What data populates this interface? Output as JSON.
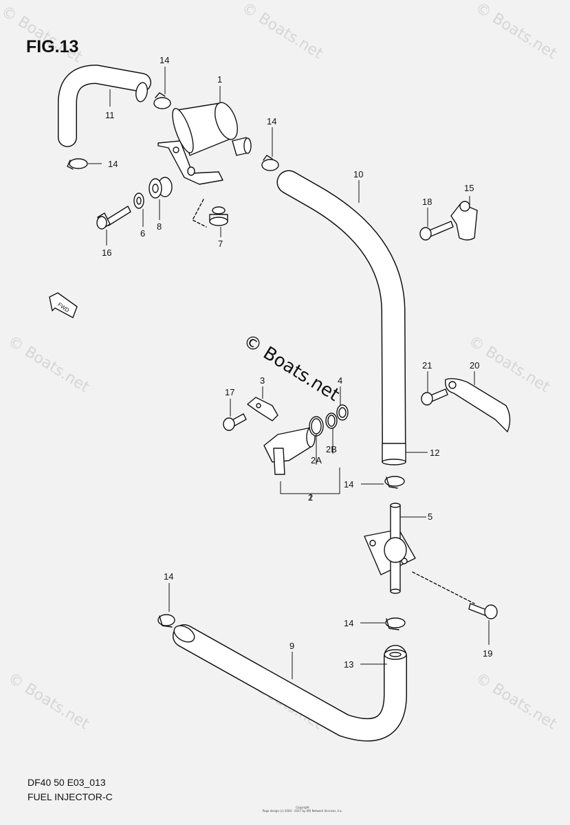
{
  "figure": {
    "title": "FIG.13",
    "code": "DF40 50 E03_013",
    "name": "FUEL INJECTOR-C",
    "copyright_title": "Copyright",
    "copyright_text": "Page design (c) 2004 - 2017 by ARI Network Services, Inc."
  },
  "watermark": {
    "text": "© Boats.net",
    "center_text": "© Boats.net"
  },
  "fwd_label": "FWD",
  "callouts": {
    "c1": "1",
    "c2": "2",
    "c2A": "2A",
    "c2B": "2B",
    "c3": "3",
    "c4": "4",
    "c5": "5",
    "c6": "6",
    "c7": "7",
    "c8": "8",
    "c9": "9",
    "c10": "10",
    "c11": "11",
    "c12": "12",
    "c13": "13",
    "c14a": "14",
    "c14b": "14",
    "c14c": "14",
    "c14d": "14",
    "c14e": "14",
    "c14f": "14",
    "c15": "15",
    "c16": "16",
    "c17": "17",
    "c18": "18",
    "c19": "19",
    "c20": "20",
    "c21": "21"
  }
}
